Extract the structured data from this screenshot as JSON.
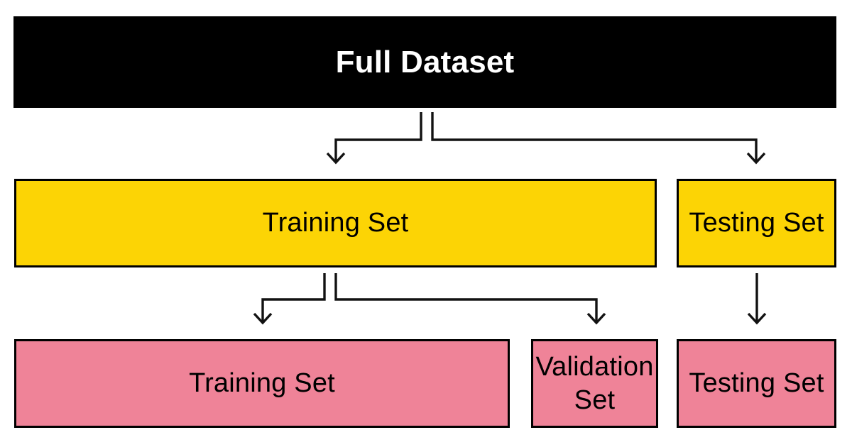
{
  "diagram": {
    "background": "#FFFFFF",
    "border_color": "#000000",
    "arrow_color": "#121212",
    "nodes": [
      {
        "id": "full-dataset",
        "level": 1,
        "label": "Full Dataset",
        "fill": "#000000",
        "text_color": "#FFFFFF"
      },
      {
        "id": "training-set-level2",
        "level": 2,
        "label": "Training Set",
        "fill": "#FCD405",
        "text_color": "#000000"
      },
      {
        "id": "testing-set-level2",
        "level": 2,
        "label": "Testing Set",
        "fill": "#FCD405",
        "text_color": "#000000"
      },
      {
        "id": "training-set-level3",
        "level": 3,
        "label": "Training Set",
        "fill": "#EF8398",
        "text_color": "#000000"
      },
      {
        "id": "validation-set-level3",
        "level": 3,
        "label": "Validation Set",
        "fill": "#EF8398",
        "text_color": "#000000"
      },
      {
        "id": "testing-set-level3",
        "level": 3,
        "label": "Testing Set",
        "fill": "#EF8398",
        "text_color": "#000000"
      }
    ],
    "edges": [
      {
        "from": "full-dataset",
        "to": "training-set-level2"
      },
      {
        "from": "full-dataset",
        "to": "testing-set-level2"
      },
      {
        "from": "training-set-level2",
        "to": "training-set-level3"
      },
      {
        "from": "training-set-level2",
        "to": "validation-set-level3"
      },
      {
        "from": "testing-set-level2",
        "to": "testing-set-level3"
      }
    ]
  }
}
